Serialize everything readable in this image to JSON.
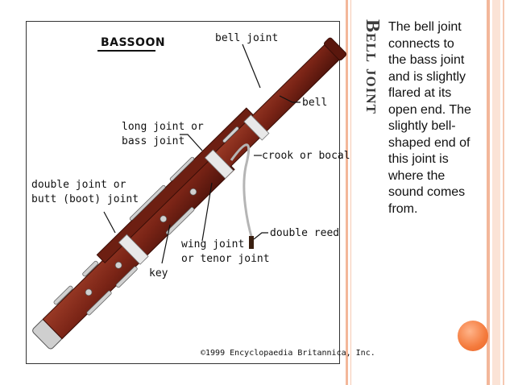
{
  "slide": {
    "title": "Bell joint",
    "body": "The bell joint connects to the bass joint and is slightly flared at its open end. The slightly bell-shaped end of this joint is where the sound comes from."
  },
  "diagram": {
    "title": "BASSOON",
    "labels": {
      "bell_joint": "bell joint",
      "bell": "bell",
      "long_joint_1": "long joint or",
      "long_joint_2": "bass joint",
      "crook": "crook or bocal",
      "double_joint_1": "double joint or",
      "double_joint_2": "butt (boot) joint",
      "double_reed": "double reed",
      "wing_joint_1": "wing joint",
      "wing_joint_2": "or tenor joint",
      "key": "key"
    },
    "copyright": "©1999 Encyclopaedia Britannica, Inc."
  },
  "colors": {
    "accent_stripe": "#f3b79a",
    "accent_stripe_light": "#fbe3d6",
    "wood": "#7a2416",
    "wood_dark": "#4e130b",
    "metal": "#d9d9d9",
    "orange_dot": "#f47a3c"
  }
}
